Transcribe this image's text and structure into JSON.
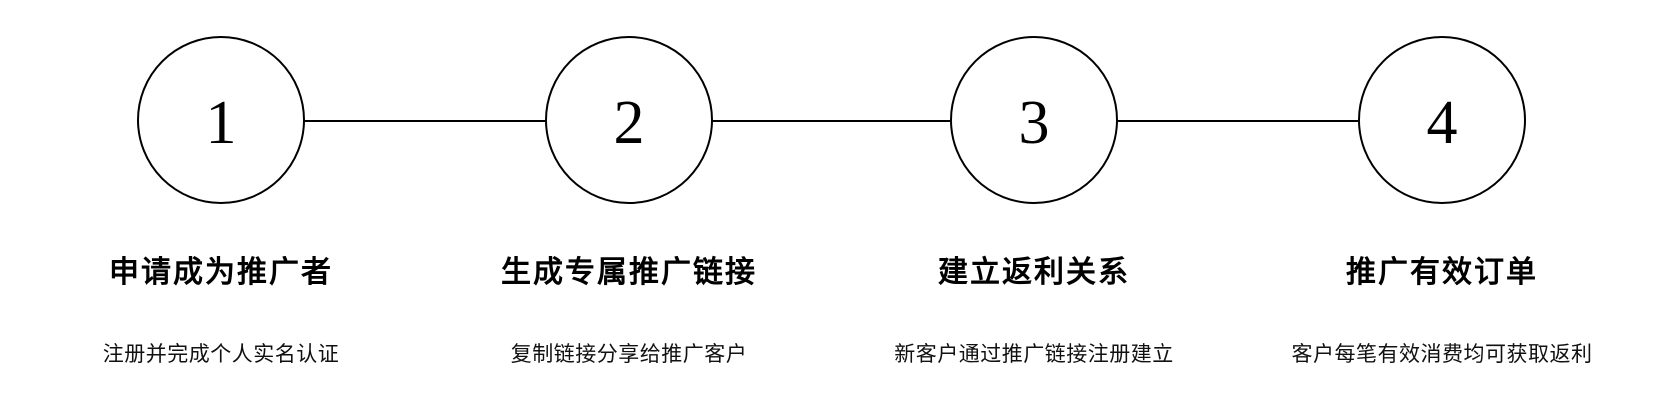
{
  "diagram": {
    "kind": "process-steps",
    "colors": {
      "background": "#ffffff",
      "stroke": "#000000",
      "title_text": "#000000",
      "description_text": "#111111"
    }
  },
  "steps": [
    {
      "number": "1",
      "title": "申请成为推广者",
      "description": "注册并完成个人实名认证"
    },
    {
      "number": "2",
      "title": "生成专属推广链接",
      "description": "复制链接分享给推广客户"
    },
    {
      "number": "3",
      "title": "建立返利关系",
      "description": "新客户通过推广链接注册建立"
    },
    {
      "number": "4",
      "title": "推广有效订单",
      "description": "客户每笔有效消费均可获取返利"
    }
  ]
}
